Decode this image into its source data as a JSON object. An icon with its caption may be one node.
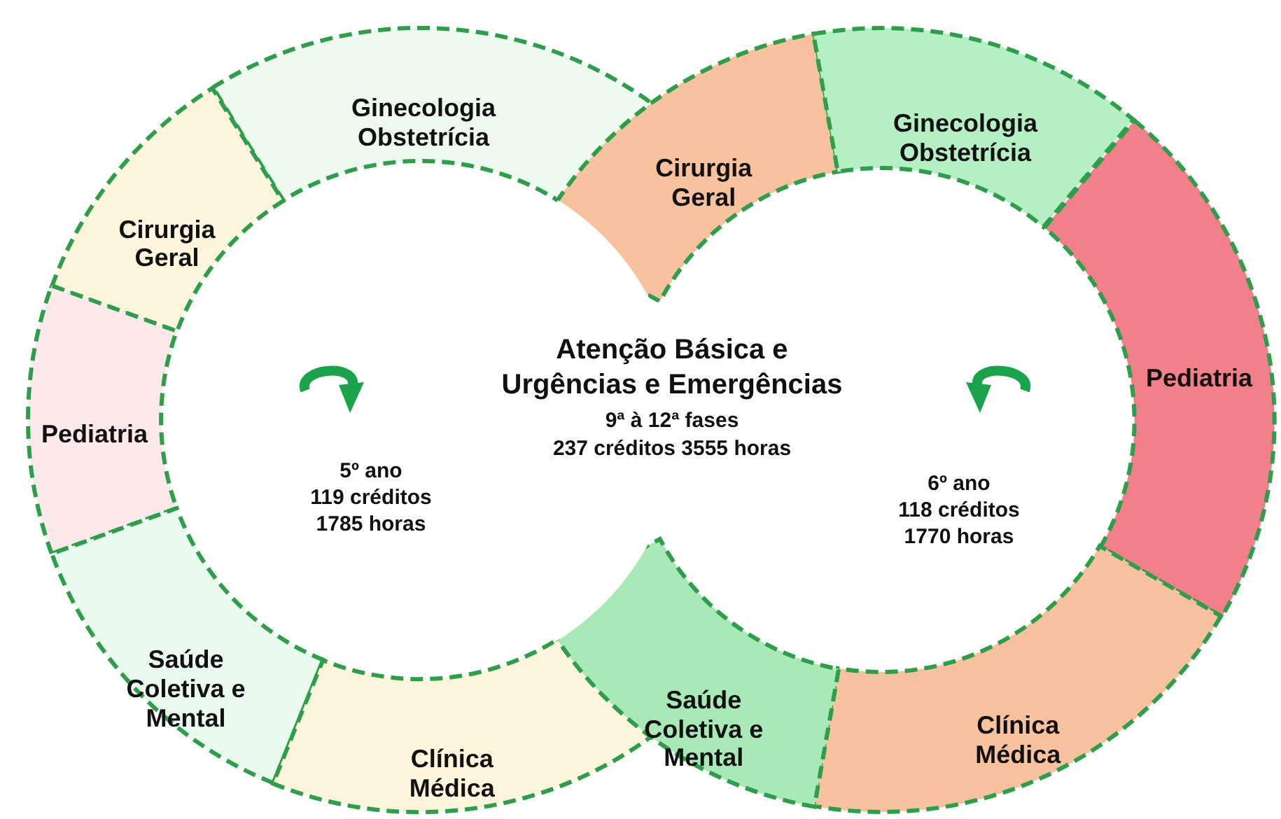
{
  "diagram": {
    "nodes": [
      {
        "text": [
          "Ginecologia Obstetrícia"
        ]
      },
      {
        "text": [
          "Cirurgia Geral"
        ]
      },
      {
        "text": [
          "Ginecologia Obstetrícia"
        ]
      },
      {
        "text": [
          "Cirurgia Geral"
        ]
      },
      {
        "text": [
          "Pediatria"
        ]
      },
      {
        "text": [
          "Pediatria"
        ]
      },
      {
        "text": [
          "Saúde Coletiva e Mental"
        ]
      },
      {
        "text": [
          "Clínica Médica"
        ]
      },
      {
        "text": [
          "Clínica Médica"
        ]
      },
      {
        "text": [
          "Saúde Coletiva e Mental"
        ]
      }
    ],
    "labels": [
      "Atenção Básica e Urgências e Emergências",
      "9ª à 12ª fases",
      "237 créditos 3555 horas",
      "5º ano 119 créditos 1785 horas",
      "6º ano 118 créditos 1770 horas"
    ]
  }
}
